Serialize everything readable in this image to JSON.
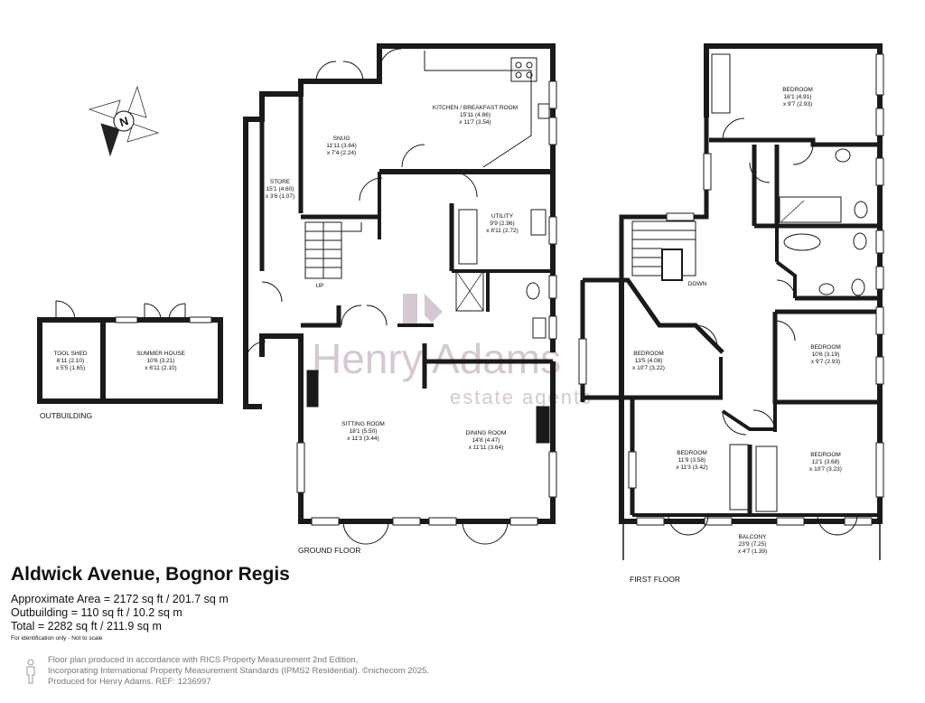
{
  "property_title": "Aldwick Avenue, Bognor Regis",
  "areas": [
    "Approximate Area = 2172 sq ft / 201.7 sq m",
    "Outbuilding = 110 sq ft / 10.2 sq m",
    "Total = 2282 sq ft / 211.9 sq m"
  ],
  "scale_note": "For identification only - Not to scale",
  "footer": [
    "Floor plan produced in accordance with RICS Property Measurement 2nd Edition,",
    "Incorporating International Property Measurement Standards (IPMS2 Residential).  ©nichecom 2025.",
    "Produced for Henry Adams.   REF: 1236997"
  ],
  "compass_letter": "N",
  "watermark": {
    "brand": "Henry Adams",
    "tagline": "estate agents"
  },
  "floor_labels": {
    "ground": "GROUND FLOOR",
    "first": "FIRST FLOOR",
    "outbuilding": "OUTBUILDING"
  },
  "stair_labels": {
    "up": "UP",
    "down": "DOWN"
  },
  "rooms": {
    "kitchen": [
      "KITCHEN / BREAKFAST ROOM",
      "15'11 (4.86)",
      "x 11'7 (3.54)"
    ],
    "snug": [
      "SNUG",
      "11'11 (3.64)",
      "x 7'4 (2.24)"
    ],
    "store": [
      "STORE",
      "15'1 (4.60)",
      "x 3'6 (1.07)"
    ],
    "utility": [
      "UTILITY",
      "9'9 (2.96)",
      "x 8'11 (2.72)"
    ],
    "sitting_room": [
      "SITTING ROOM",
      "18'1 (5.50)",
      "x 11'3 (3.44)"
    ],
    "dining_room": [
      "DINING ROOM",
      "14'8 (4.47)",
      "x 11'11 (3.64)"
    ],
    "tool_shed": [
      "TOOL SHED",
      "6'11 (2.10)",
      "x 5'5 (1.65)"
    ],
    "summer_house": [
      "SUMMER HOUSE",
      "10'6 (3.21)",
      "x 6'11 (2.10)"
    ],
    "bedroom_1": [
      "BEDROOM",
      "16'1 (4.91)",
      "x 9'7 (2.93)"
    ],
    "bedroom_2": [
      "BEDROOM",
      "13'5 (4.08)",
      "x 10'7 (3.22)"
    ],
    "bedroom_3": [
      "BEDROOM",
      "10'6 (3.19)",
      "x 9'7 (2.93)"
    ],
    "bedroom_4": [
      "BEDROOM",
      "11'9 (3.58)",
      "x 11'3 (3.42)"
    ],
    "bedroom_5": [
      "BEDROOM",
      "12'1 (3.68)",
      "x 10'7 (3.23)"
    ],
    "balcony": [
      "BALCONY",
      "23'9 (7.25)",
      "x 4'7 (1.39)"
    ]
  },
  "colors": {
    "wall": "#1a1a1a",
    "watermark": "#c9b6c4",
    "footer_text": "#777777"
  }
}
